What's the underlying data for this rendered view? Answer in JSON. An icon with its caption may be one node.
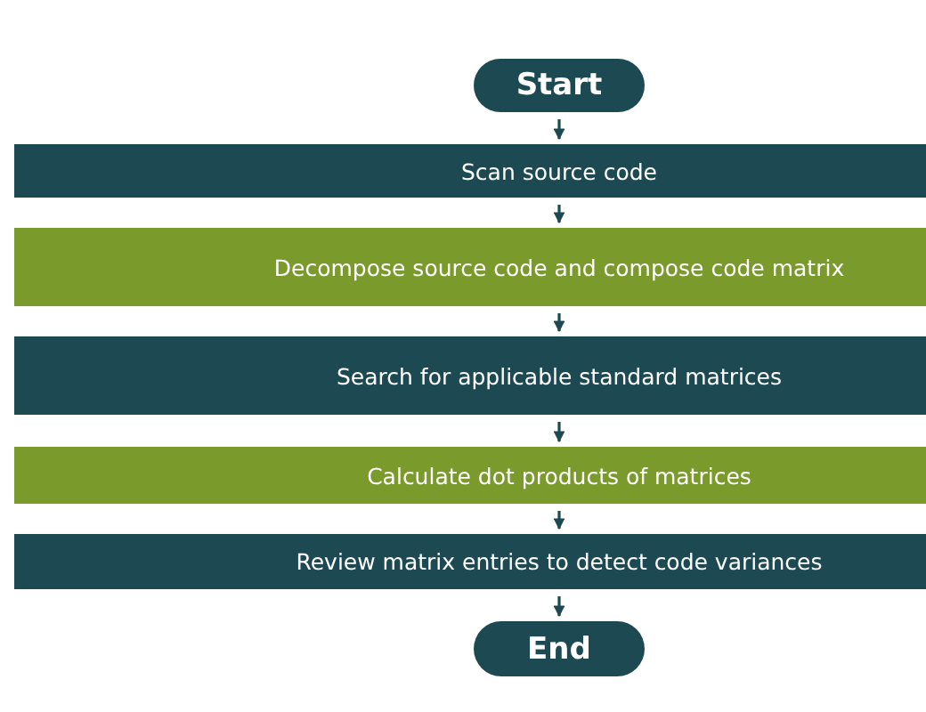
{
  "diagram": {
    "nodes": [
      {
        "text": [
          "Start"
        ]
      },
      {
        "text": [
          "Scan source code"
        ]
      },
      {
        "text": [
          "Decompose source code and compose code matrix"
        ]
      },
      {
        "text": [
          "Search for applicable standard matrices"
        ]
      },
      {
        "text": [
          "Calculate dot products of matrices"
        ]
      },
      {
        "text": [
          "Review matrix entries to detect code variances"
        ]
      },
      {
        "text": [
          "End"
        ]
      }
    ],
    "edges": [
      {
        "from": 0,
        "to": 1,
        "arrow": "to"
      },
      {
        "from": 1,
        "to": 2,
        "arrow": "to"
      },
      {
        "from": 2,
        "to": 3,
        "arrow": "to"
      },
      {
        "from": 3,
        "to": 4,
        "arrow": "to"
      },
      {
        "from": 4,
        "to": 5,
        "arrow": "to"
      },
      {
        "from": 5,
        "to": 6,
        "arrow": "to"
      }
    ]
  }
}
